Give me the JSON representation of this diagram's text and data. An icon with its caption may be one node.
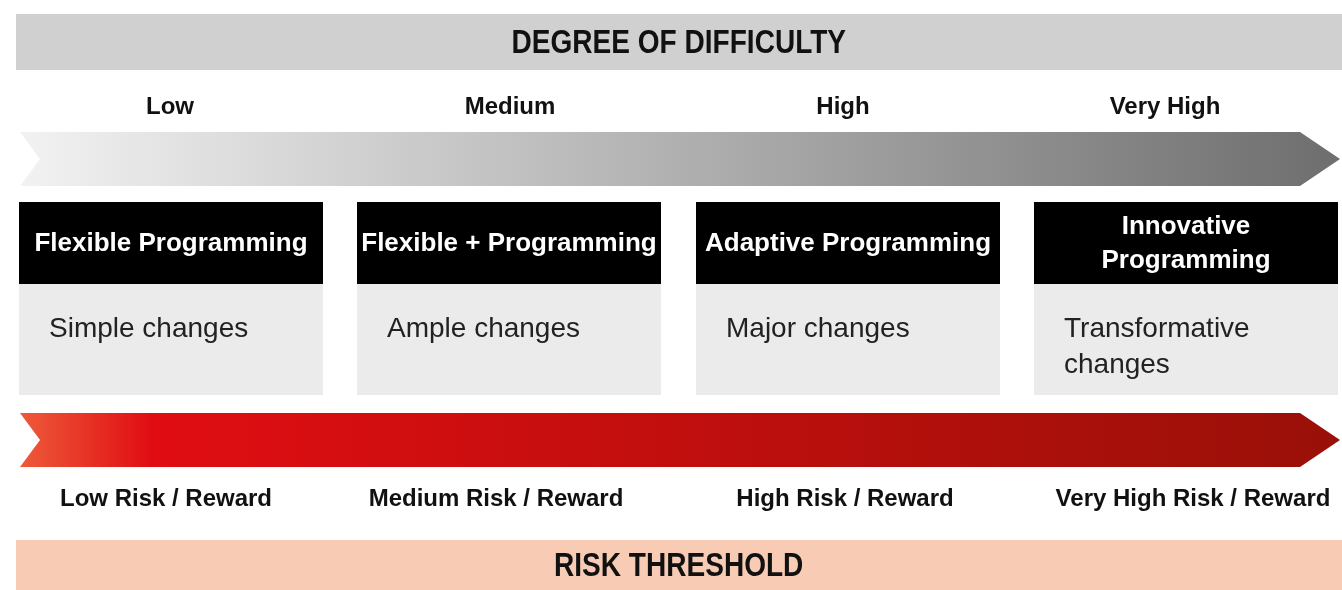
{
  "diagram": {
    "nodes": [
      {
        "text": [
          "DEGREE OF DIFFICULTY"
        ]
      },
      {
        "text": [
          "Flexible Programming",
          "Simple changes"
        ]
      },
      {
        "text": [
          "Flexible + Programming",
          "Ample changes"
        ]
      },
      {
        "text": [
          "Adaptive Programming",
          "Major changes"
        ]
      },
      {
        "text": [
          "Innovative Programming",
          "Transformative changes"
        ]
      },
      {
        "text": [
          "RISK THRESHOLD"
        ]
      }
    ],
    "labels": [
      "Low",
      "Medium",
      "High",
      "Very High",
      "Low Risk / Reward",
      "Medium Risk / Reward",
      "High Risk / Reward",
      "Very High Risk / Reward"
    ]
  }
}
